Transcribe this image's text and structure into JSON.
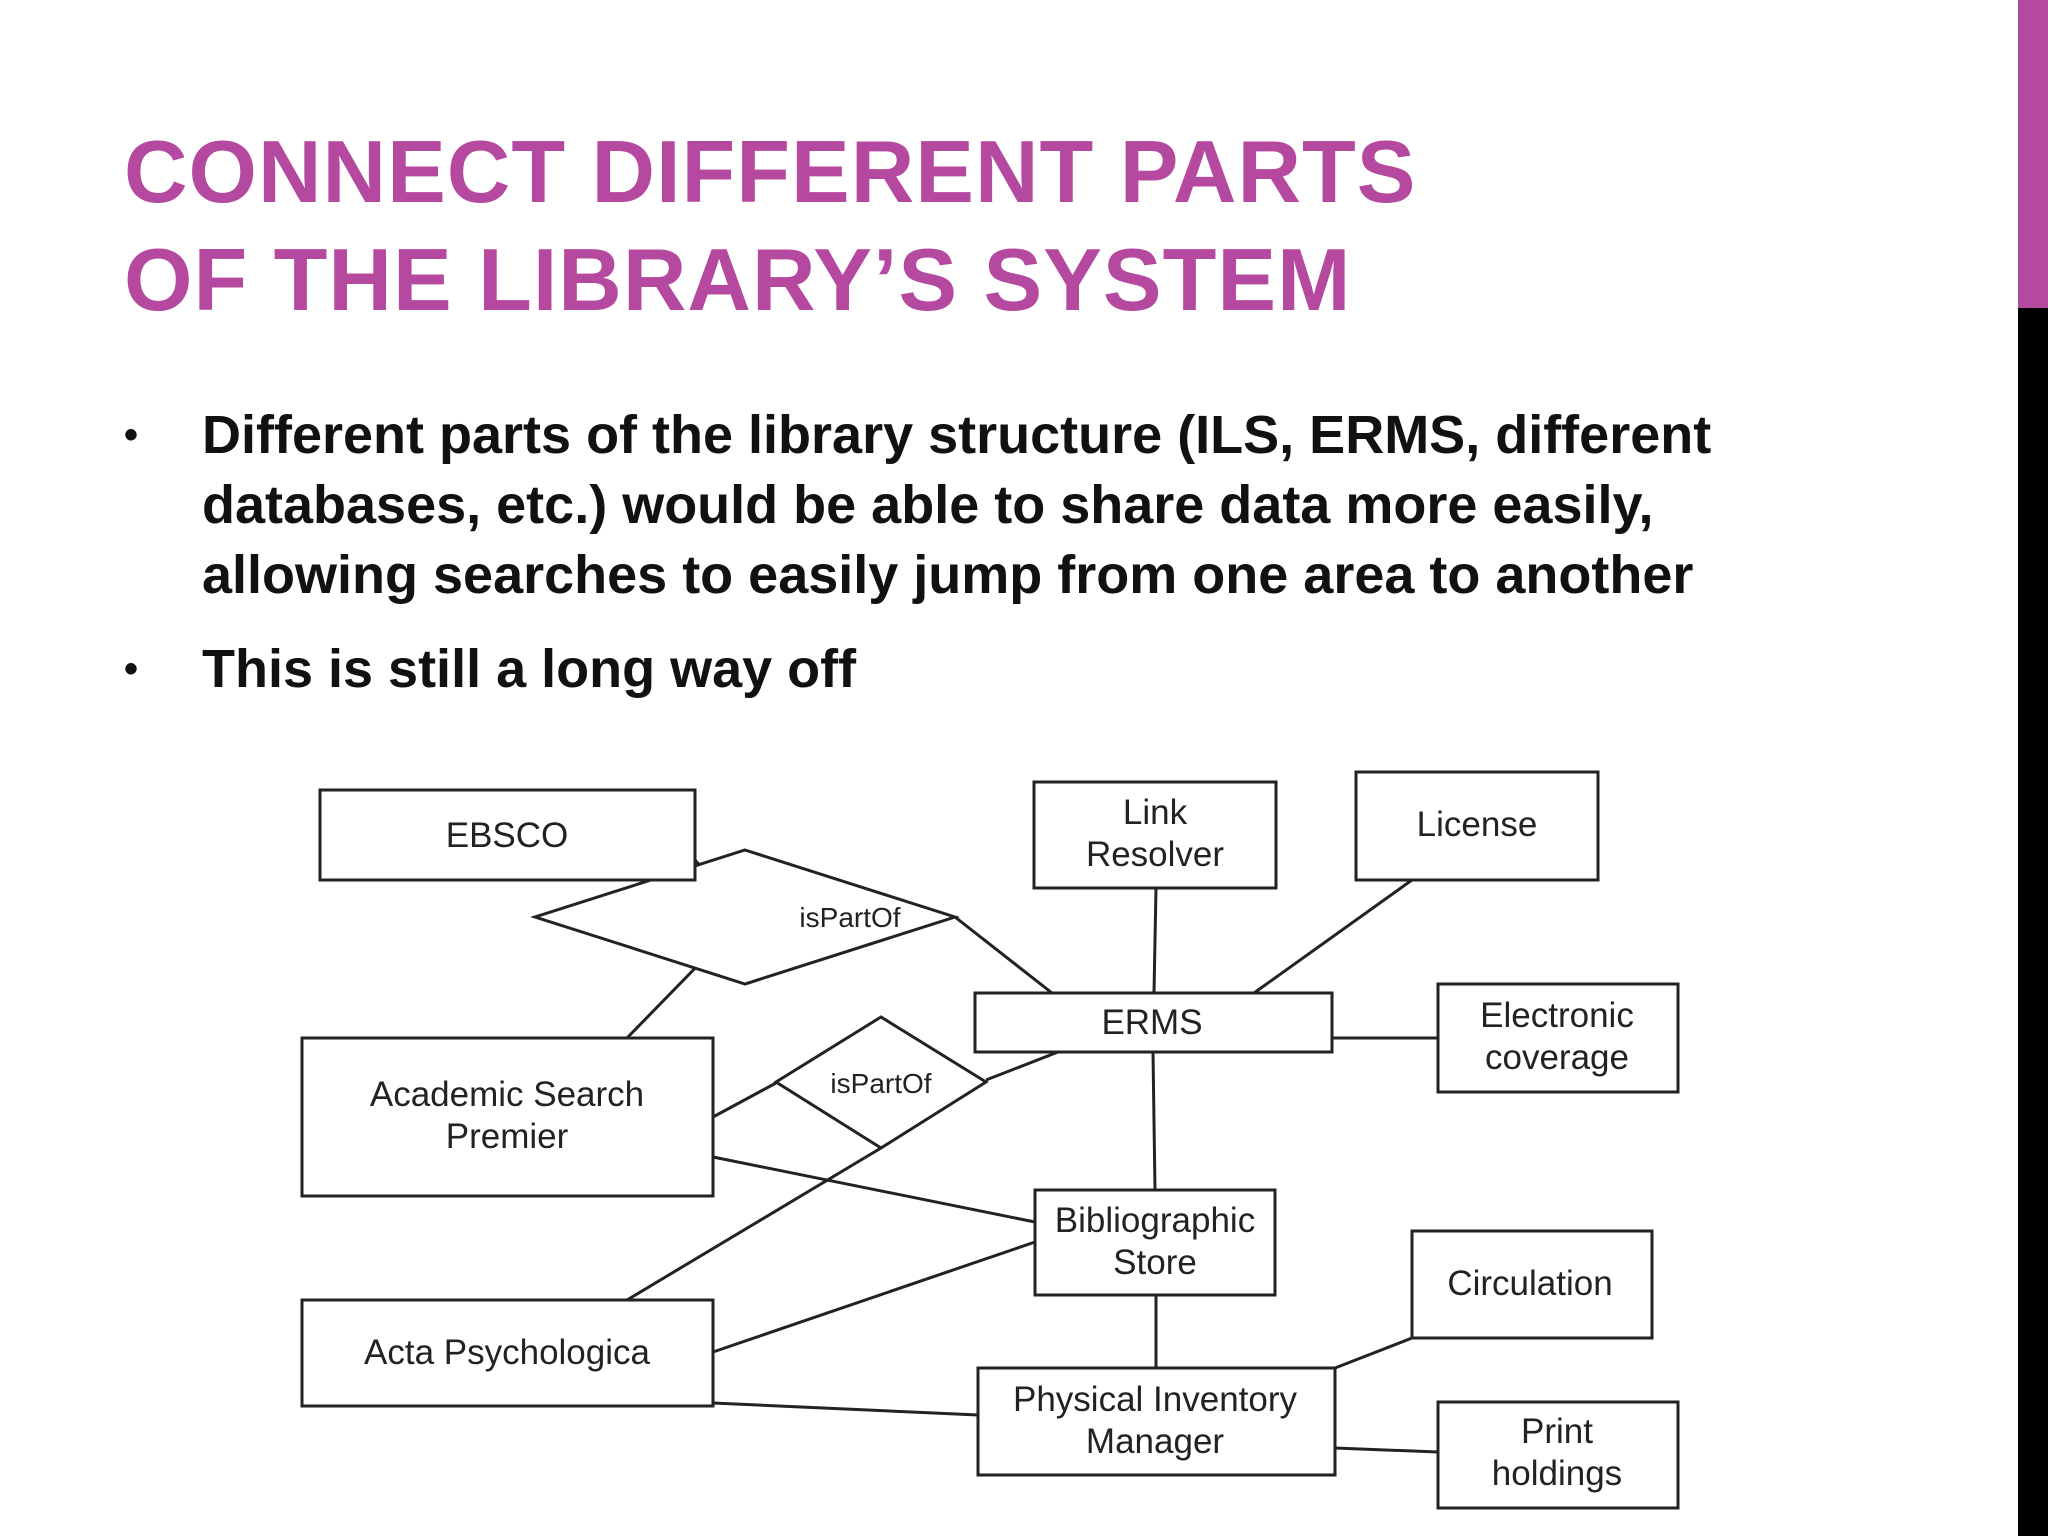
{
  "slide": {
    "title_lines": [
      "Connect different parts",
      "of the library’s system"
    ],
    "bullets": [
      "Different parts of the library structure (ILS, ERMS, different databases, etc.) would be able to share data more easily, allowing searches to easily jump from one area to another",
      "This is still a long way off"
    ],
    "colors": {
      "title": "#b5489f",
      "accent_bar": "#b5489f",
      "side_bar": "#000000"
    }
  },
  "diagram": {
    "entities": {
      "ebsco": [
        "EBSCO"
      ],
      "link_resolver": [
        "Link",
        "Resolver"
      ],
      "license": [
        "License"
      ],
      "erms": [
        "ERMS"
      ],
      "electronic_coverage": [
        "Electronic",
        "coverage"
      ],
      "academic_search_premier": [
        "Academic Search",
        "Premier"
      ],
      "bibliographic_store": [
        "Bibliographic",
        "Store"
      ],
      "circulation": [
        "Circulation"
      ],
      "acta_psychologica": [
        "Acta Psychologica"
      ],
      "physical_inventory_manager": [
        "Physical Inventory",
        "Manager"
      ],
      "print_holdings": [
        "Print",
        "holdings"
      ]
    },
    "relationships": {
      "ispartof_1": "isPartOf",
      "ispartof_2": "isPartOf"
    }
  }
}
